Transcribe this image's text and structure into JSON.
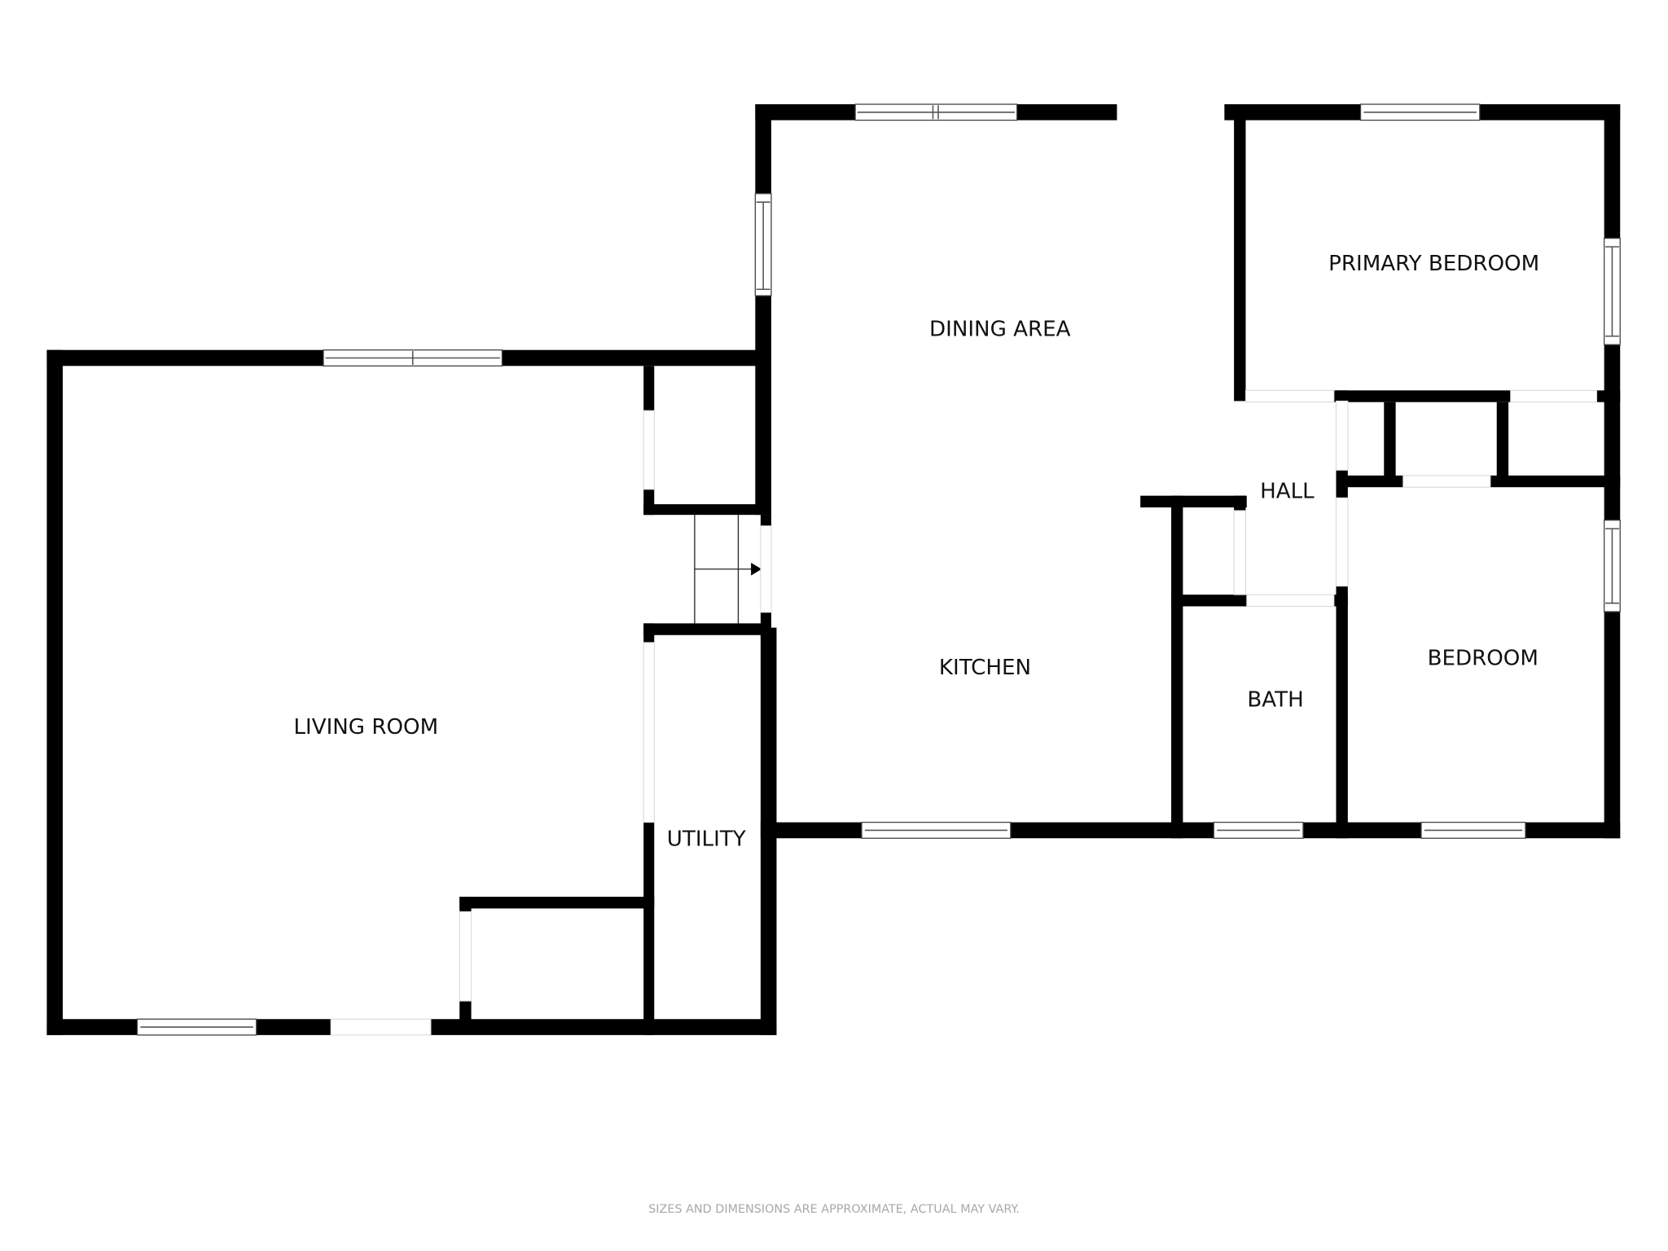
{
  "floorplan": {
    "rooms": [
      {
        "id": "living-room",
        "label": "LIVING ROOM"
      },
      {
        "id": "dining-area",
        "label": "DINING AREA"
      },
      {
        "id": "kitchen",
        "label": "KITCHEN"
      },
      {
        "id": "utility",
        "label": "UTILITY"
      },
      {
        "id": "primary-bedroom",
        "label": "PRIMARY BEDROOM"
      },
      {
        "id": "hall",
        "label": "HALL"
      },
      {
        "id": "bath",
        "label": "BATH"
      },
      {
        "id": "bedroom",
        "label": "BEDROOM"
      }
    ],
    "disclaimer": "SIZES AND DIMENSIONS ARE APPROXIMATE, ACTUAL MAY VARY.",
    "colors": {
      "wall": "#000000",
      "background": "#ffffff",
      "disclaimer": "#a8a8a8"
    }
  }
}
